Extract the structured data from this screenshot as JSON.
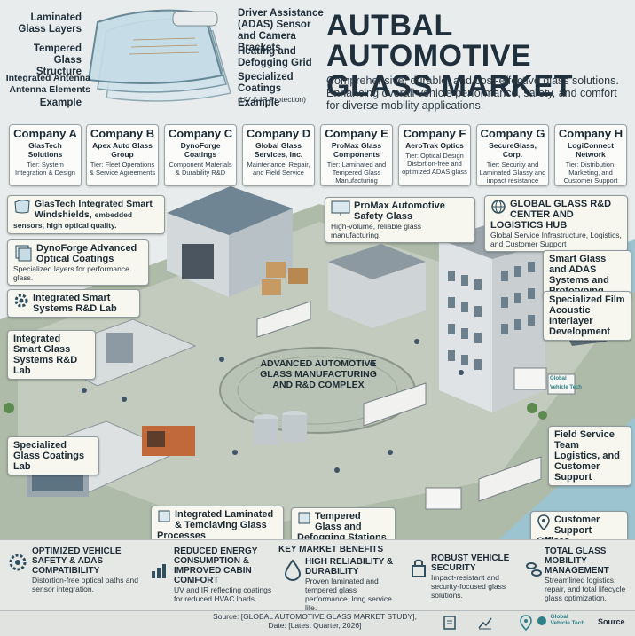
{
  "header": {
    "title_line1": "AUTBAL AUTOMOTIVE",
    "title_line2": "GLASS MARKET",
    "subtitle": "Comprehensive, durable, and cost-effective glass solutions. Enhancing overall vehicle performance, safety, and comfort for diverse mobility applications."
  },
  "windshield_callouts": {
    "laminated": "Laminated Glass Layers",
    "tempered": "Tempered Glass Structure",
    "antenna": "Integrated Antenna Antenna Elements",
    "example_left": "Example",
    "adas": "Driver Assistance (ADAS) Sensor and Camera Brackets",
    "heating": "Heating and Defogging Grid",
    "coatings": "Specialized Coatings",
    "coatings_sub": "(UV & IR Protection)",
    "example_right": "Example"
  },
  "companies": [
    {
      "name": "Company A",
      "sub": "GlasTech Solutions",
      "tier": "Tier: System Integration & Design"
    },
    {
      "name": "Company B",
      "sub": "Apex Auto Glass Group",
      "tier": "Tier: Fleet Operations & Service Agreements"
    },
    {
      "name": "Company C",
      "sub": "DynoForge Coatings",
      "tier": "Component Materials & Durability R&D"
    },
    {
      "name": "Company D",
      "sub": "Global Glass Services, Inc.",
      "tier": "Maintenance, Repair, and Field Service"
    },
    {
      "name": "Company E",
      "sub": "ProMax Glass Components",
      "tier": "Tier: Laminated and Tempered Glass Manufacturing"
    },
    {
      "name": "Company F",
      "sub": "AeroTrak Optics",
      "tier": "Tier: Optical Design Distortion-free and optimized ADAS glass"
    },
    {
      "name": "Company G",
      "sub": "SecureGlass, Corp.",
      "tier": "Tier: Security and Laminated Glassy and impact resistance"
    },
    {
      "name": "Company H",
      "sub": "LogiConnect Network",
      "tier": "Tier: Distribution, Marketing, and Customer Support"
    }
  ],
  "scene_labels": {
    "glastech_title": "GlasTech Integrated",
    "glastech_bold": "Smart Windshields,",
    "glastech_desc": "embedded sensors, high optical quality.",
    "dynoforge_title": "DynoForge Advanced Optical Coatings",
    "dynoforge_desc": "Specialized layers for performance glass.",
    "smart_lab": "Integrated Smart Systems R&D Lab",
    "smart_lab_2": "Integrated Smart Glass Systems R&D Lab",
    "promax_title": "ProMax Automotive Safety Glass",
    "promax_desc": "High-volume, reliable glass manufacturing.",
    "global_title": "GLOBAL GLASS R&D CENTER AND LOGISTICS HUB",
    "global_desc": "Global Service Infrastructure, Logistics, and Customer Support",
    "adas_proto": "Smart Glass and ADAS Systems and Prototyping",
    "film": "Specialized Film Acoustic Interlayer Development",
    "complex": "ADVANCED AUTOMOTIVE GLASS MANUFACTURING AND R&D COMPLEX",
    "coatings_lab": "Specialized Glass Coatings Lab",
    "field_service": "Field Service Team Logistics, and Customer Support",
    "tempered_stations": "Tempered Glass and Defogging Stations",
    "laminated_processes": "Integrated Laminated & Temclaving Glass Processes",
    "customer_offices": "Customer Support Offices",
    "truck_brand": "Global Vehicle Tech"
  },
  "benefits": {
    "heading": "KEY MARKET BENEFITS",
    "items": [
      {
        "title": "OPTIMIZED VEHICLE SAFETY & ADAS COMPATIBILITY",
        "desc": "Distortion-free optical paths and sensor integration.",
        "icon": "gear-shield-icon"
      },
      {
        "title": "REDUCED ENERGY CONSUMPTION & IMPROVED CABIN COMFORT",
        "desc": "UV and IR reflecting coatings for reduced HVAC loads.",
        "icon": "chart-icon"
      },
      {
        "title": "HIGH RELIABILITY & DURABILITY",
        "desc": "Proven laminated and tempered glass performance, long service life.",
        "icon": "drop-icon"
      },
      {
        "title": "ROBUST VEHICLE SECURITY",
        "desc": "Impact-resistant and security-focused glass solutions.",
        "icon": "lock-icon"
      },
      {
        "title": "TOTAL GLASS MOBILITY MANAGEMENT",
        "desc": "Streamlined logistics, repair, and total lifecycle glass optimization.",
        "icon": "chain-icon"
      }
    ]
  },
  "footer": {
    "source_line1": "Source: [GLOBAL AUTOMOTIVE GLASS MARKET STUDY],",
    "source_line2": "Date: [Latest Quarter, 2026]",
    "logo_text": "Global Vehicle Tech",
    "source_label": "Source"
  },
  "colors": {
    "bg": "#e9ecec",
    "ground": "#a7b6a2",
    "water": "#8fb9c9",
    "building": "#c4c9cb",
    "teal": "#2f7f86"
  }
}
